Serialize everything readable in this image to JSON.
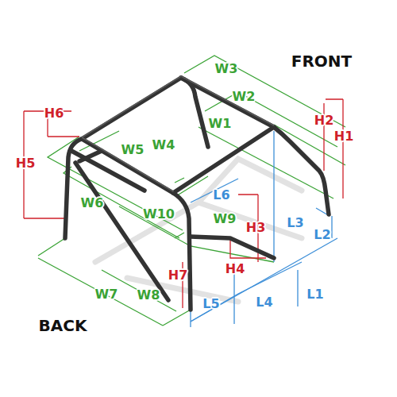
{
  "diagram": {
    "labels": [
      "FRONT",
      "W3",
      "W2",
      "H2",
      "H1",
      "H6",
      "W1",
      "H5",
      "W5",
      "W4",
      "L6",
      "L3",
      "L2",
      "W6",
      "W10",
      "W9",
      "H3",
      "H4",
      "H7",
      "W7",
      "W8",
      "L5",
      "L4",
      "L1",
      "BACK"
    ]
  }
}
